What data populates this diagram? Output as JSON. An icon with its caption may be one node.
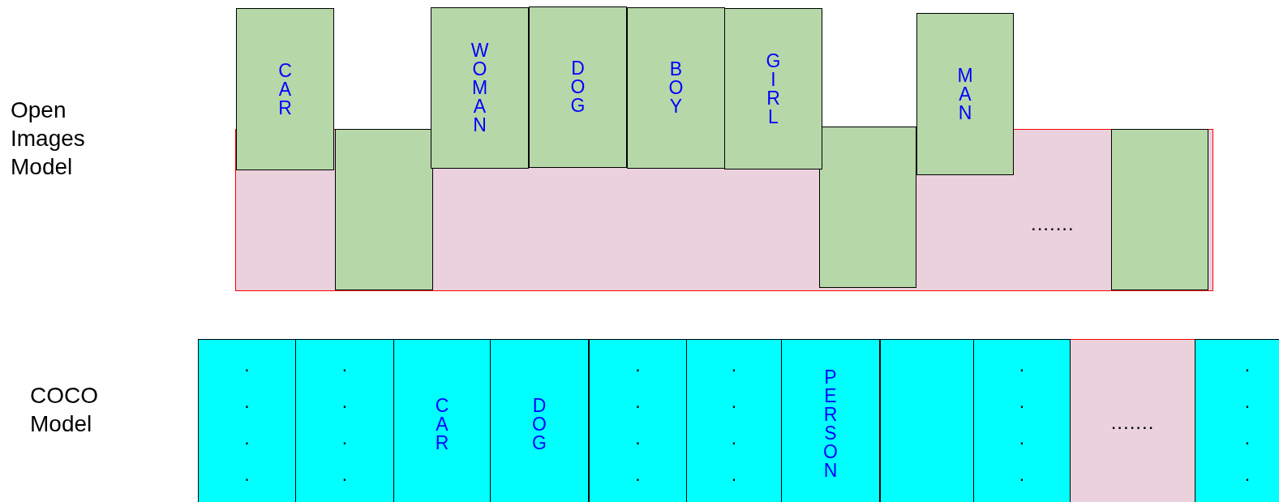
{
  "diagram": {
    "nodes": [
      {
        "text": [
          "......."
        ]
      },
      {
        "text": [
          "CAR"
        ]
      },
      {
        "text": [],
        "shape": "box",
        "in": 0
      },
      {
        "text": [
          "WOMAN"
        ]
      },
      {
        "text": [
          "DOG"
        ]
      },
      {
        "text": [
          "BOY"
        ]
      },
      {
        "text": [
          "GIRL"
        ]
      },
      {
        "text": [],
        "shape": "box",
        "in": 0
      },
      {
        "text": [
          "MAN"
        ]
      },
      {
        "text": [],
        "shape": "box",
        "in": 0
      },
      {
        "text": [
          "...."
        ]
      },
      {
        "text": [
          "...."
        ]
      },
      {
        "text": [
          "CAR"
        ]
      },
      {
        "text": [
          "DOG"
        ]
      },
      {
        "text": [
          "...."
        ]
      },
      {
        "text": [
          "...."
        ]
      },
      {
        "text": [
          "PERSON"
        ]
      },
      {
        "text": [],
        "shape": "box"
      },
      {
        "text": [
          "...."
        ]
      },
      {
        "text": [
          "......."
        ]
      },
      {
        "text": [
          "...."
        ]
      }
    ],
    "labels": [
      "Open Images Model",
      "COCO Model"
    ]
  }
}
